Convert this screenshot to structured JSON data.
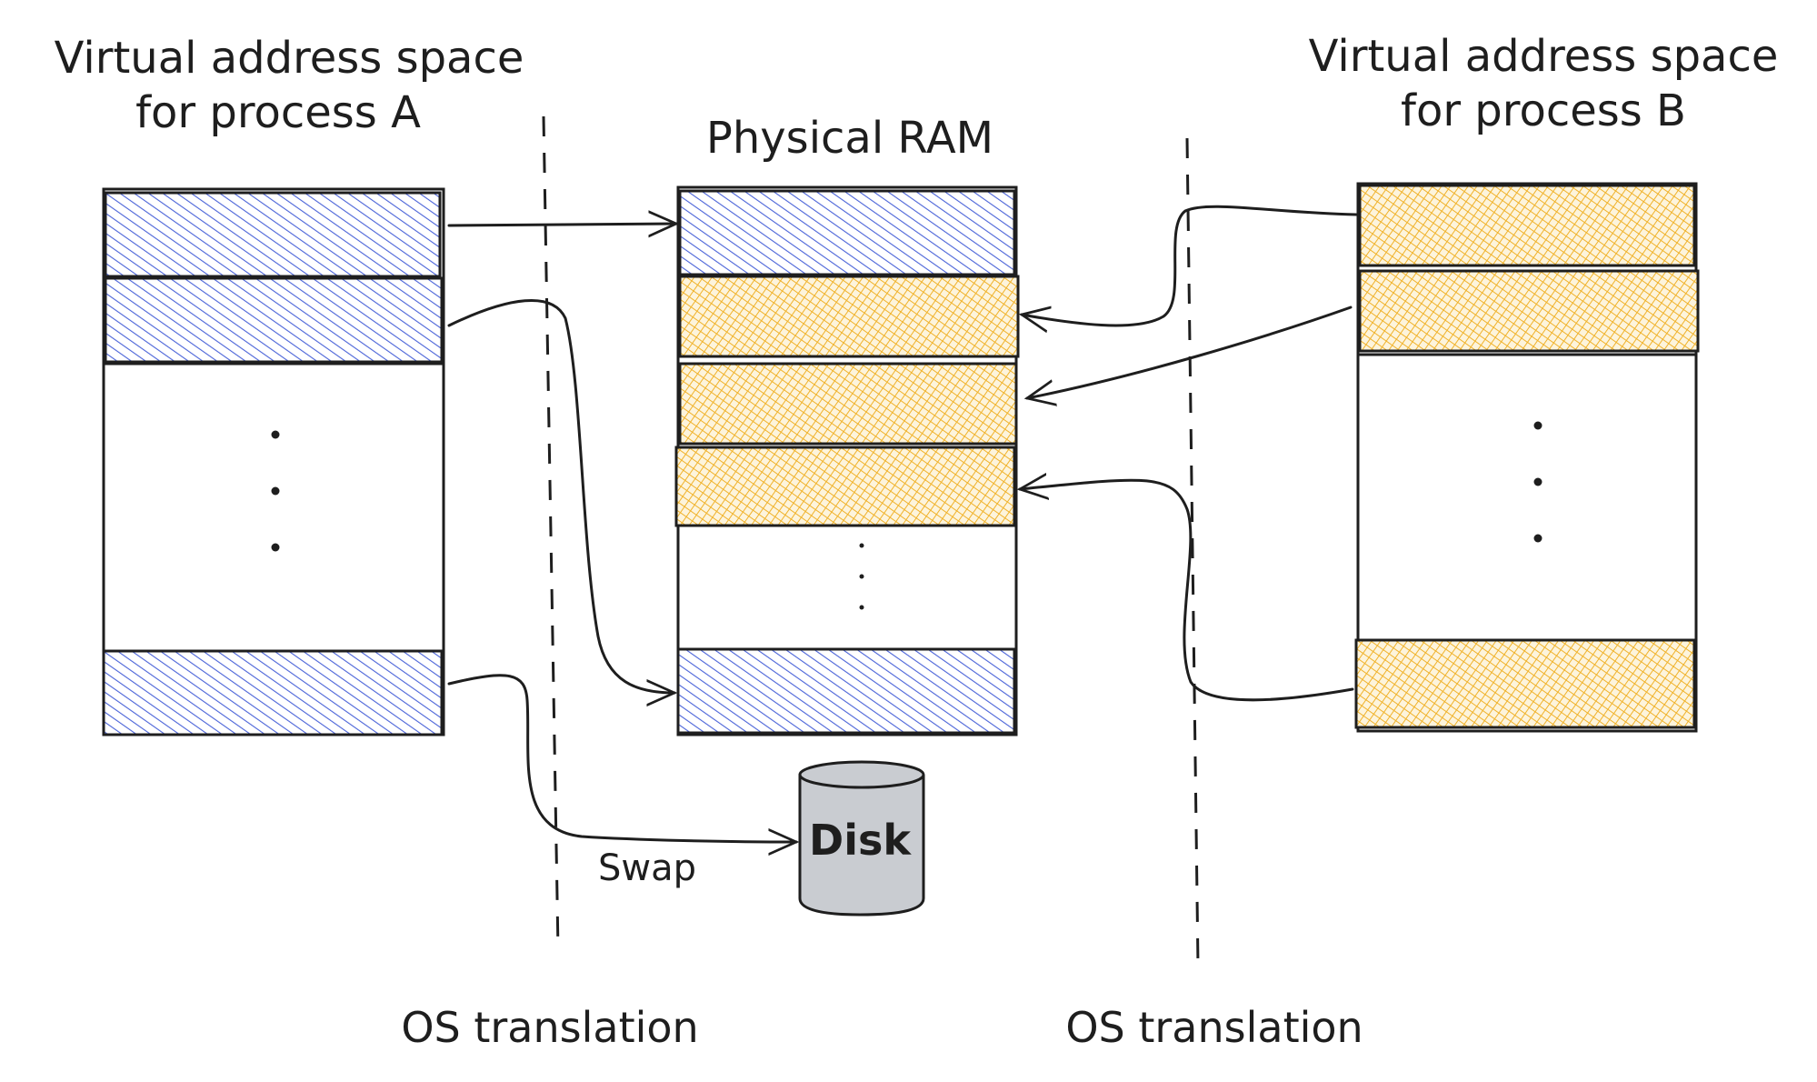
{
  "labels": {
    "process_a_line1": "Virtual address space",
    "process_a_line2": "for process A",
    "process_b_line1": "Virtual address space",
    "process_b_line2": "for process B",
    "physical_ram": "Physical RAM",
    "disk": "Disk",
    "swap": "Swap",
    "os_translation_left": "OS translation",
    "os_translation_right": "OS translation"
  },
  "colors": {
    "process_a_fill": "#4a63d8",
    "process_b_fill": "#f0b22a",
    "disk_fill": "#c9ccd1",
    "ink": "#1e1e1e"
  },
  "blocks": {
    "process_a": [
      "mapped",
      "mapped",
      "gap",
      "mapped"
    ],
    "physical_ram": [
      "A",
      "B",
      "B",
      "B",
      "gap",
      "A"
    ],
    "process_b": [
      "mapped",
      "mapped",
      "gap",
      "mapped"
    ]
  },
  "mappings": [
    {
      "from": "process_a.page1",
      "to": "physical_ram.frame1"
    },
    {
      "from": "process_a.page2",
      "to": "physical_ram.frame6"
    },
    {
      "from": "process_a.page3",
      "to": "disk",
      "label": "Swap"
    },
    {
      "from": "process_b.page1",
      "to": "physical_ram.frame2"
    },
    {
      "from": "process_b.page2",
      "to": "physical_ram.frame3"
    },
    {
      "from": "process_b.page3",
      "to": "physical_ram.frame4"
    }
  ]
}
